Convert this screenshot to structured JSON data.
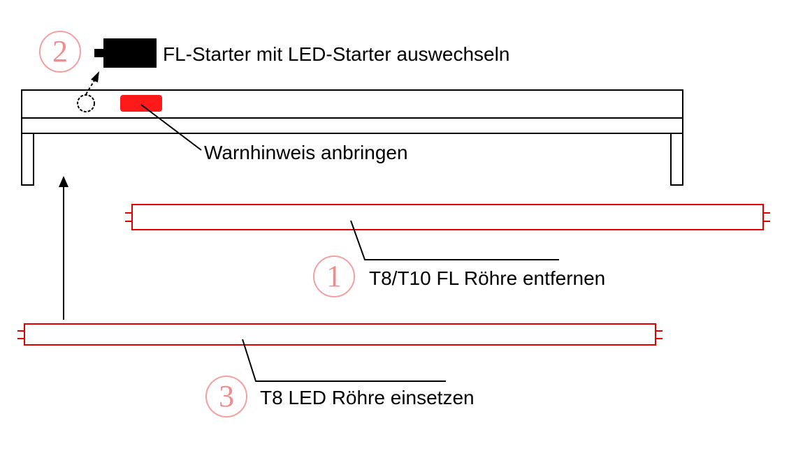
{
  "steps": [
    {
      "number": "1",
      "text": "T8/T10 FL Röhre entfernen"
    },
    {
      "number": "2",
      "text": "FL-Starter mit LED-Starter auswechseln"
    },
    {
      "number": "3",
      "text": "T8 LED Röhre einsetzen"
    }
  ],
  "warning_label": "Warnhinweis anbringen",
  "colors": {
    "tube": "#e00000",
    "warning": "#ff1a1a",
    "step_number": "#f28c8c",
    "outline": "#000000"
  }
}
